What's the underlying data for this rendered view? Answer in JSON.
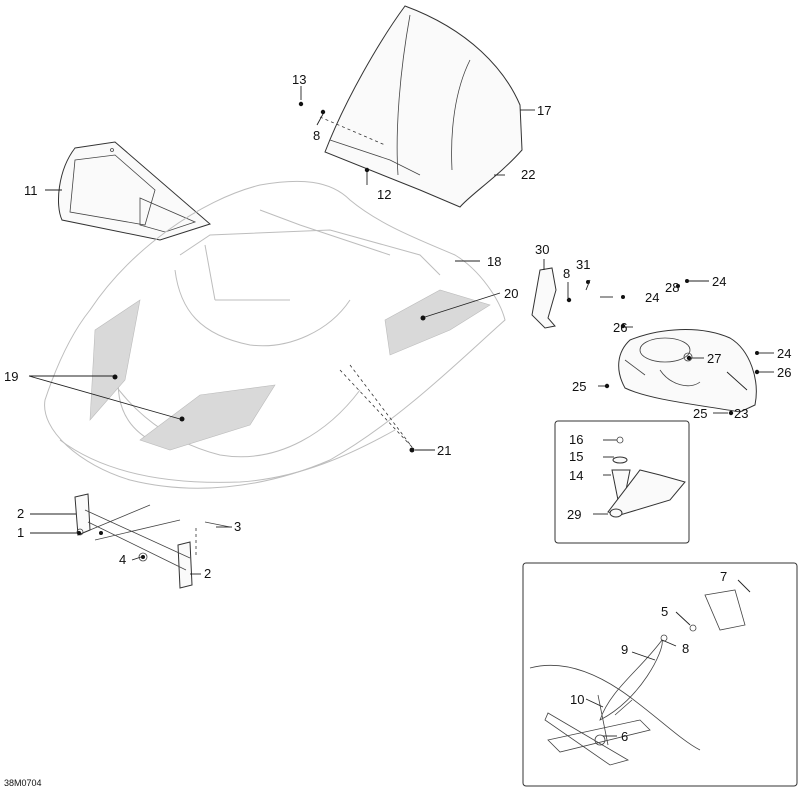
{
  "diagram_code": "38M0704",
  "callouts": {
    "c1": "1",
    "c2a": "2",
    "c2b": "2",
    "c3": "3",
    "c4": "4",
    "c5": "5",
    "c6": "6",
    "c7": "7",
    "c8a": "8",
    "c8b": "8",
    "c8c": "8",
    "c9": "9",
    "c10": "10",
    "c11": "11",
    "c12": "12",
    "c13": "13",
    "c14": "14",
    "c15": "15",
    "c16": "16",
    "c17": "17",
    "c18": "18",
    "c19": "19",
    "c20": "20",
    "c21": "21",
    "c22": "22",
    "c23": "23",
    "c24a": "24",
    "c24b": "24",
    "c24c": "24",
    "c25a": "25",
    "c25b": "25",
    "c26a": "26",
    "c26b": "26",
    "c27": "27",
    "c28": "28",
    "c29": "29",
    "c30": "30",
    "c31": "31"
  }
}
